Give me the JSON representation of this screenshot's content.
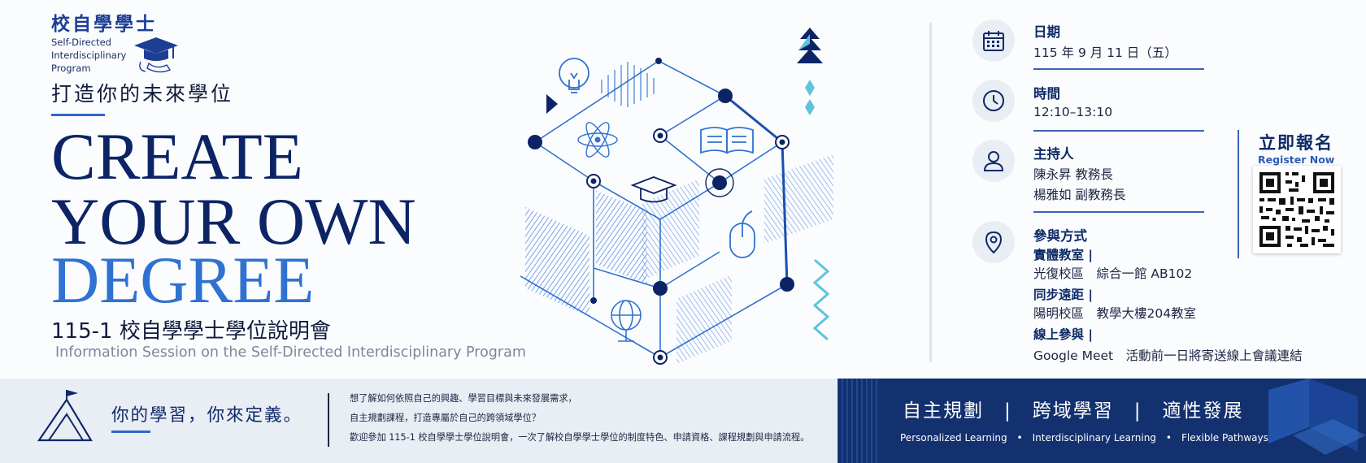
{
  "logo": {
    "title": "校自學學士",
    "en": "Self-Directed\nInterdisciplinary\nProgram"
  },
  "tagline": "打造你的未來學位",
  "headline": {
    "line1": "CREATE",
    "line2": "YOUR OWN",
    "line3": "DEGREE"
  },
  "session": {
    "zh": "115-1 校自學學士學位說明會",
    "en": "Information Session on the Self-Directed Interdisciplinary Program"
  },
  "info": {
    "date_label": "日期",
    "date_value": "115 年 9 月 11 日（五）",
    "time_label": "時間",
    "time_value": "12:10–13:10",
    "host_label": "主持人",
    "host_1": "陳永昇 教務長",
    "host_2": "楊雅如 副教務長",
    "mode_label": "參與方式",
    "in_person_label": "實體教室 |",
    "in_person_value": "光復校區　綜合一館 AB102",
    "sync_label": "同步遠距 |",
    "sync_value": "陽明校區　教學大樓204教室",
    "online_label": "線上參與 |",
    "online_value": "Google Meet　活動前一日將寄送線上會議連結"
  },
  "register": {
    "zh": "立即報名",
    "en": "Register Now"
  },
  "bottom": {
    "motto": "你的學習，你來定義。",
    "line1": "想了解如何依照自己的興趣、學習目標與未來發展需求，",
    "line2": "自主規劃課程，打造專屬於自己的跨領域學位？",
    "line3": "歡迎參加 115-1 校自學學士學位說明會，一次了解校自學學士學位的制度特色、申請資格、課程規劃與申請流程。",
    "pillars": "自主規劃　|　跨域學習　|　適性發展",
    "pillars_en": "Personalized Learning　•　Interdisciplinary Learning　•　Flexible Pathways"
  },
  "icons": {
    "calendar": "calendar-icon",
    "clock": "clock-icon",
    "person": "person-icon",
    "location": "location-pin-icon",
    "mountain": "mountain-flag-icon",
    "cap": "graduation-cap-icon",
    "qr": "qr-code-icon"
  },
  "colors": {
    "navy": "#0c2466",
    "blue": "#2f72d1",
    "accent_line": "#3a63b8",
    "light_band": "#e9eef5",
    "dark_band": "#13306f",
    "cyan": "#5fc3dd"
  }
}
